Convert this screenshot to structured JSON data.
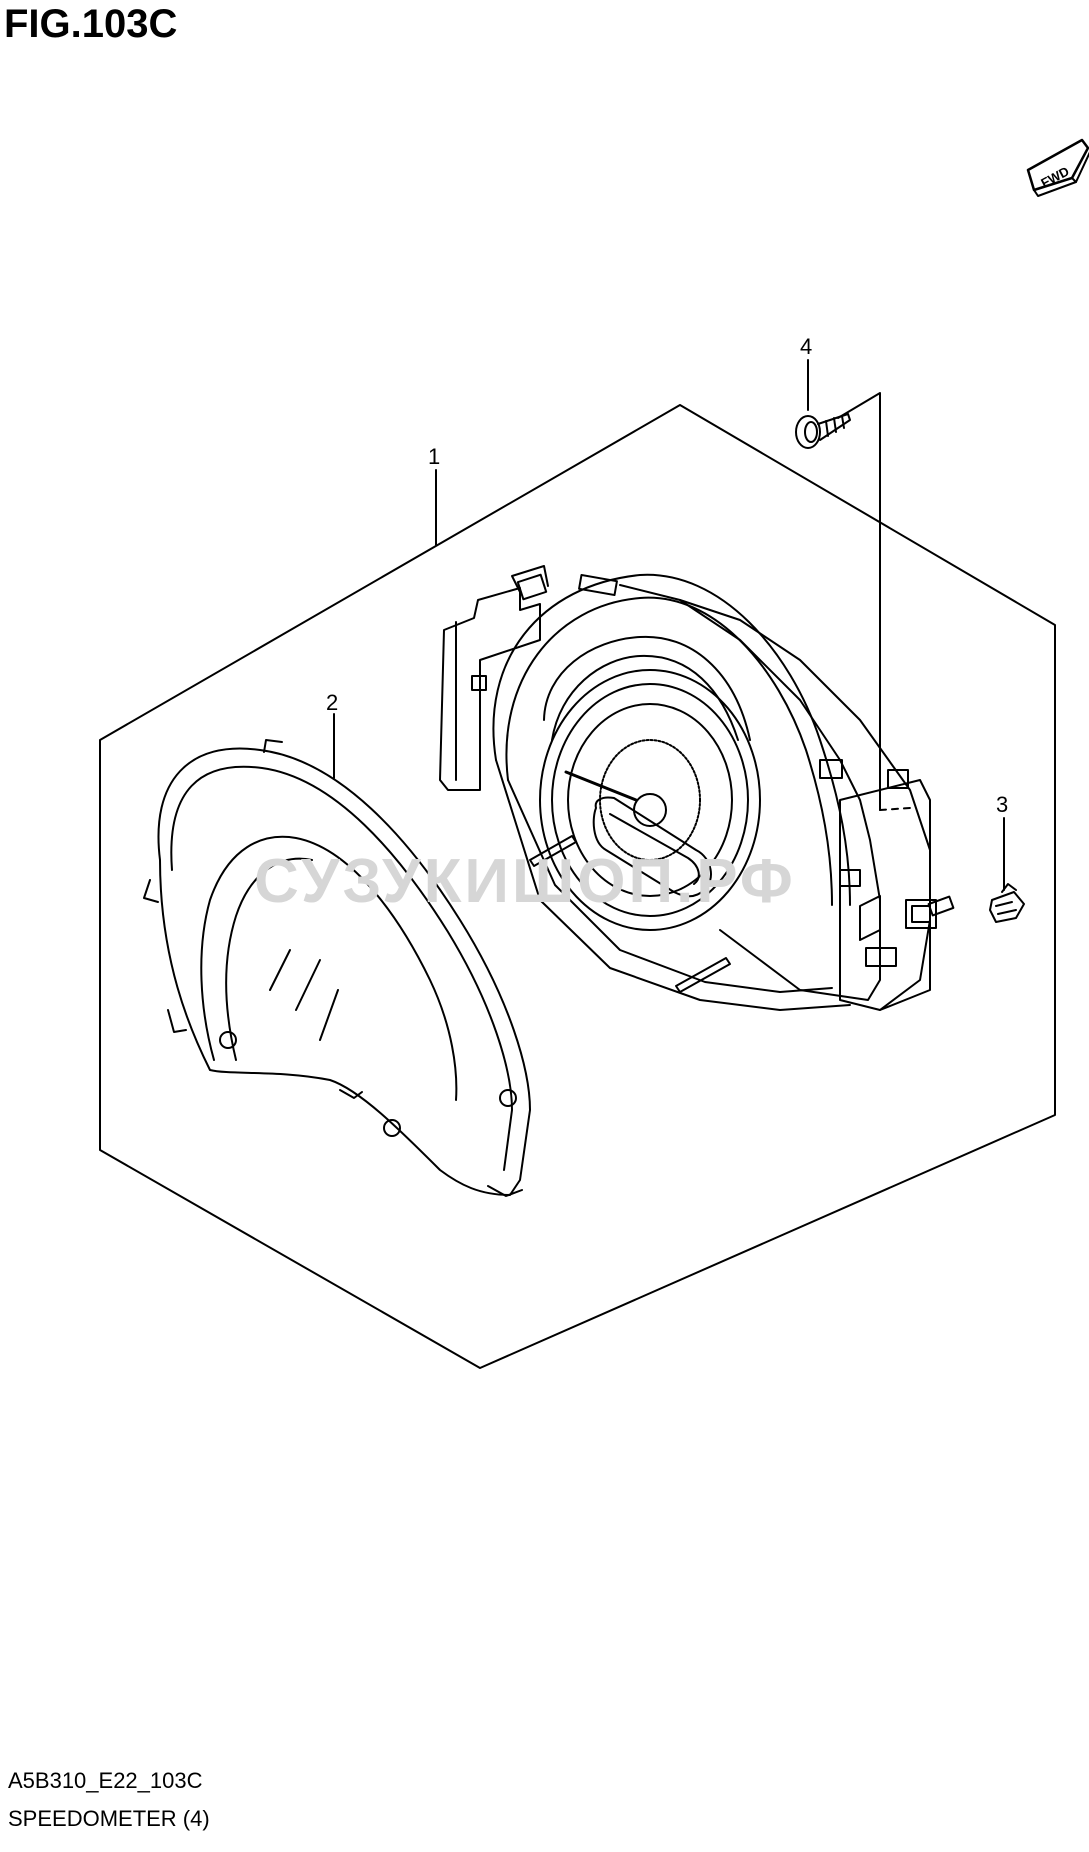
{
  "figure": {
    "title": "FIG.103C",
    "code": "A5B310_E22_103C",
    "name": "SPEEDOMETER (4)"
  },
  "direction_badge": {
    "label": "FWD",
    "icon": "fwd-arrow-icon"
  },
  "watermark": "СУЗУКИШОП.РФ",
  "parts": [
    {
      "ref": "1",
      "description": "speedometer-assembly"
    },
    {
      "ref": "2",
      "description": "meter-lens-cover"
    },
    {
      "ref": "3",
      "description": "clip"
    },
    {
      "ref": "4",
      "description": "screw"
    }
  ]
}
